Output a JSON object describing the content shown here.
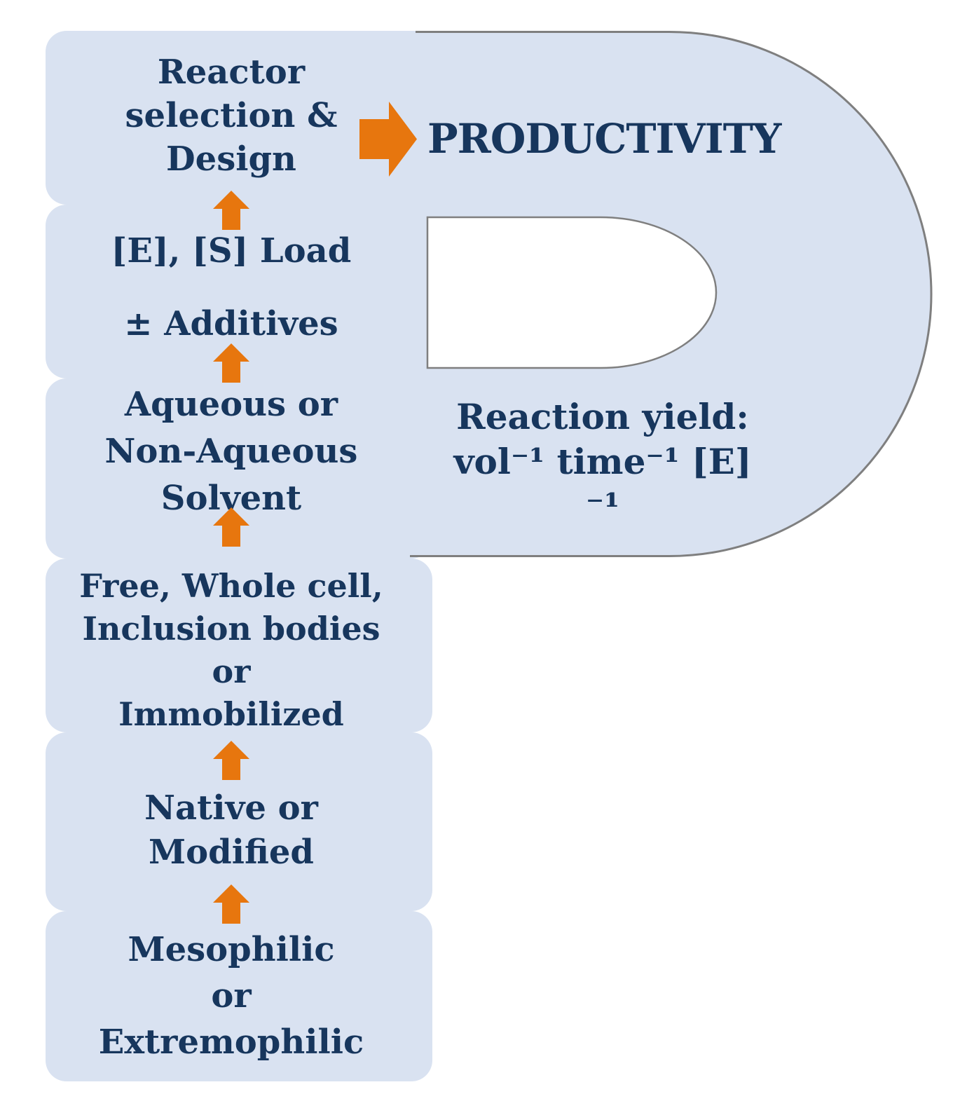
{
  "diagram": {
    "title_word": "PRODUCTIVITY",
    "yield": {
      "line1": "Reaction yield:",
      "line2": "vol⁻¹ time⁻¹ [E] ⁻¹"
    },
    "boxes": [
      {
        "name": "reactor-design",
        "lines": [
          "Reactor",
          "selection &",
          "Design"
        ]
      },
      {
        "name": "enzyme-substrate-load",
        "lines": [
          "[E], [S] Load",
          "± Additives"
        ]
      },
      {
        "name": "solvent-choice",
        "lines": [
          "Aqueous or",
          "Non-Aqueous",
          "Solvent"
        ]
      },
      {
        "name": "biocatalyst-form",
        "lines": [
          "Free, Whole cell,",
          "Inclusion bodies",
          "or",
          "Immobilized"
        ]
      },
      {
        "name": "enzyme-nature",
        "lines": [
          "Native or",
          "Modified"
        ]
      },
      {
        "name": "source-organism",
        "lines": [
          "Mesophilic",
          "or",
          "Extremophilic"
        ]
      }
    ],
    "colors": {
      "box_fill": "#d9e2f1",
      "text": "#17365d",
      "arrow": "#e7760e",
      "outline": "#7f7f7f",
      "hole": "#ffffff"
    }
  }
}
